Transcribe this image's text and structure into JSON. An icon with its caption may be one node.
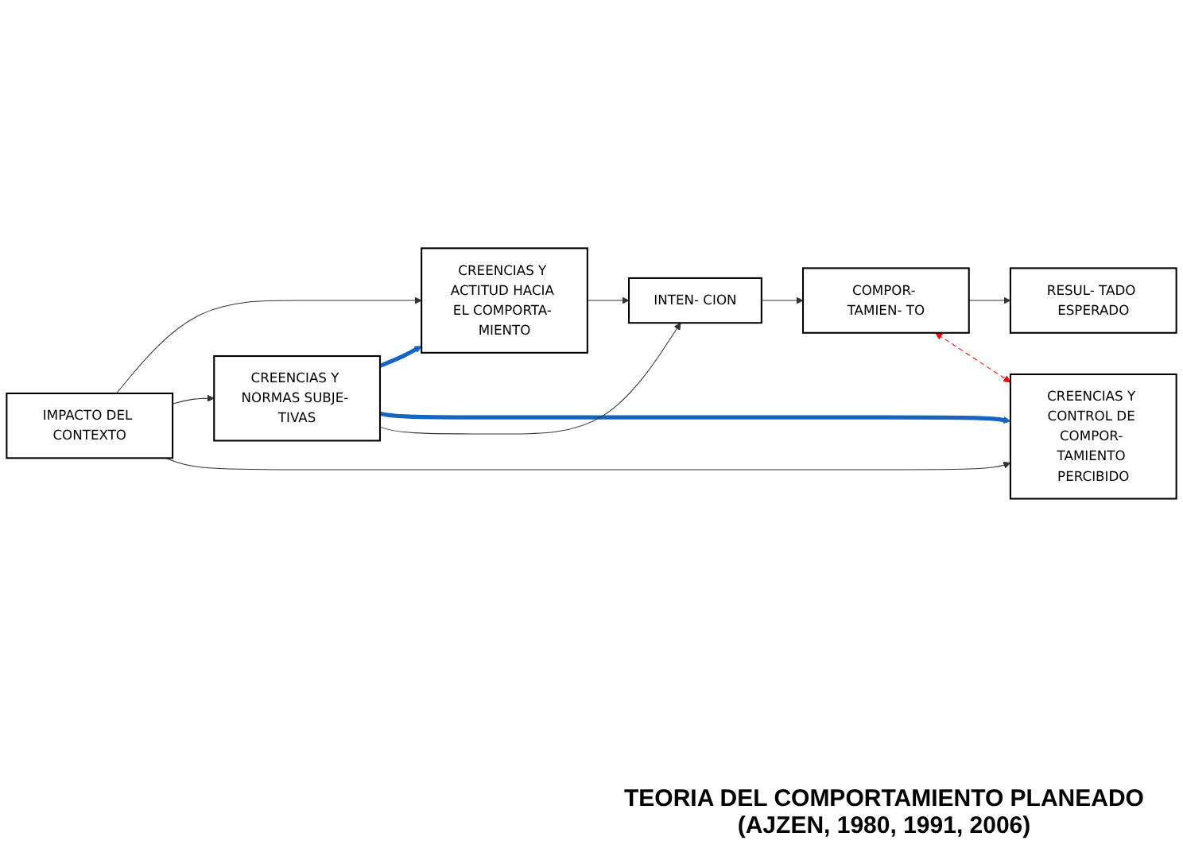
{
  "diagram": {
    "caption": "TEORIA DEL COMPORTAMIENTO PLANEADO (AJZEN, 1980, 1991, 2006)",
    "nodes": [
      {
        "text": [
          "IMPACTO DEL CONTEXTO"
        ]
      },
      {
        "text": [
          "CREENCIAS Y ACTITUD HACIA EL COMPORTA- MIENTO"
        ]
      },
      {
        "text": [
          "CREENCIAS Y NORMAS SUBJE- TIVAS"
        ]
      },
      {
        "text": [
          "CREENCIAS Y CONTROL DE COMPOR- TAMIENTO PERCIBIDO"
        ]
      },
      {
        "text": [
          "INTEN- CION"
        ]
      },
      {
        "text": [
          "COMPOR- TAMIEN- TO"
        ]
      },
      {
        "text": [
          "RESUL- TADO ESPERADO"
        ]
      }
    ],
    "edges": [
      {
        "from": 0,
        "to": 1,
        "arrow": "to"
      },
      {
        "from": 0,
        "to": 2,
        "arrow": "to"
      },
      {
        "from": 0,
        "to": 3,
        "arrow": "to"
      },
      {
        "from": 2,
        "to": 1,
        "arrow": "to",
        "style": "thick",
        "color": "#1565c0"
      },
      {
        "from": 2,
        "to": 3,
        "arrow": "to",
        "style": "thick",
        "color": "#1565c0"
      },
      {
        "from": 1,
        "to": 4,
        "arrow": "to"
      },
      {
        "from": 2,
        "to": 4,
        "arrow": "to"
      },
      {
        "from": 4,
        "to": 5,
        "arrow": "to"
      },
      {
        "from": 5,
        "to": 6,
        "arrow": "to"
      },
      {
        "from": 5,
        "to": 3,
        "arrow": "both",
        "style": "dashed",
        "color": "#ff0000"
      }
    ]
  }
}
